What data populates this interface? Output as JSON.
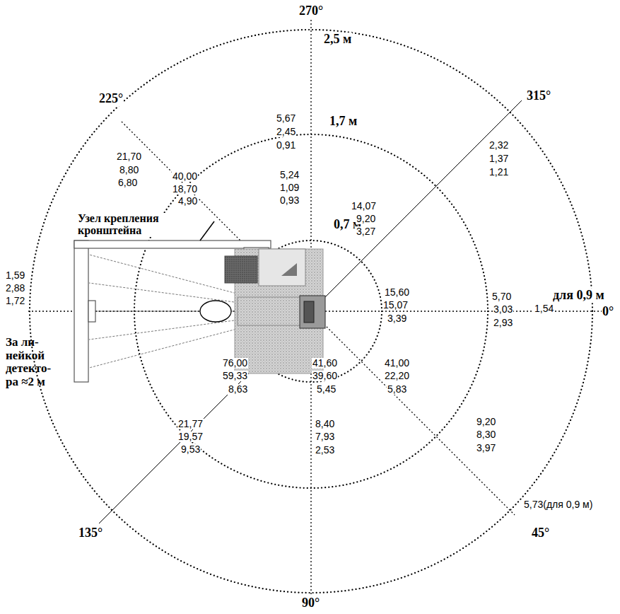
{
  "diagram": {
    "labels": [
      "270°",
      "2,5 м",
      "225°",
      "315°",
      "5,67",
      "2,45",
      "0,91",
      "1,7 м",
      "2,32",
      "1,37",
      "1,21",
      "21,70",
      "8,80",
      "6,80",
      "40,00",
      "18,70",
      "4,90",
      "5,24",
      "1,09",
      "0,93",
      "0,7 м",
      "14,07",
      "9,20",
      "3,27",
      "Узел крепления кронштейна",
      "1,59",
      "2,88",
      "1,72",
      "За ли- нейкой детекто- ра ≈2 м",
      "15,60",
      "15,07",
      "3,39",
      "5,70",
      "3,03",
      "2,93",
      "для 0,9 м",
      "1,54",
      "0°",
      "76,00",
      "59,33",
      "8,63",
      "41,60",
      "39,60",
      "5,45",
      "41,00",
      "22,20",
      "5,83",
      "9,20",
      "8,30",
      "3,97",
      "21,77",
      "19,57",
      "9,53",
      "8,40",
      "7,93",
      "2,53",
      "5,73(для 0,9 м)",
      "135°",
      "45°",
      "90°"
    ]
  }
}
